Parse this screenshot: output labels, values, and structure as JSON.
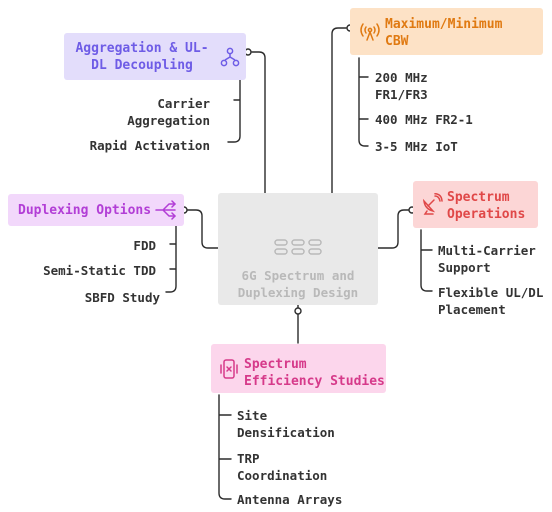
{
  "center": {
    "title_line1": "6G Spectrum and",
    "title_line2": "Duplexing Design"
  },
  "nodes": {
    "aggregation": {
      "title_line1": "Aggregation & UL-",
      "title_line2": "DL Decoupling",
      "icon": "hierarchy-icon",
      "color": "#6e5ce6",
      "bg": "#e3ddfb",
      "leaves": [
        {
          "line1": "Carrier",
          "line2": "Aggregation"
        },
        {
          "line1": "Rapid Activation",
          "line2": ""
        }
      ]
    },
    "cbw": {
      "title_line1": "Maximum/Minimum",
      "title_line2": "CBW",
      "icon": "antenna-signal-icon",
      "color": "#e07a12",
      "bg": "#fde2c6",
      "leaves": [
        {
          "line1": "200 MHz",
          "line2": "FR1/FR3"
        },
        {
          "line1": "400 MHz FR2-1",
          "line2": ""
        },
        {
          "line1": "3-5 MHz IoT",
          "line2": ""
        }
      ]
    },
    "duplexing": {
      "title_line1": "Duplexing Options",
      "title_line2": "",
      "icon": "split-arrows-icon",
      "color": "#b23ed6",
      "bg": "#f2d8fb",
      "leaves": [
        {
          "line1": "FDD",
          "line2": ""
        },
        {
          "line1": "Semi-Static TDD",
          "line2": ""
        },
        {
          "line1": "SBFD Study",
          "line2": ""
        }
      ]
    },
    "operations": {
      "title_line1": "Spectrum",
      "title_line2": "Operations",
      "icon": "satellite-dish-icon",
      "color": "#e04848",
      "bg": "#fcd6d6",
      "leaves": [
        {
          "line1": "Multi-Carrier",
          "line2": "Support"
        },
        {
          "line1": "Flexible UL/DL",
          "line2": "Placement"
        }
      ]
    },
    "efficiency": {
      "title_line1": "Spectrum",
      "title_line2": "Efficiency Studies",
      "icon": "phone-vibrate-icon",
      "color": "#d63a8a",
      "bg": "#fcd6ec",
      "leaves": [
        {
          "line1": "Site",
          "line2": "Densification"
        },
        {
          "line1": "TRP",
          "line2": "Coordination"
        },
        {
          "line1": "Antenna Arrays",
          "line2": ""
        }
      ]
    }
  }
}
